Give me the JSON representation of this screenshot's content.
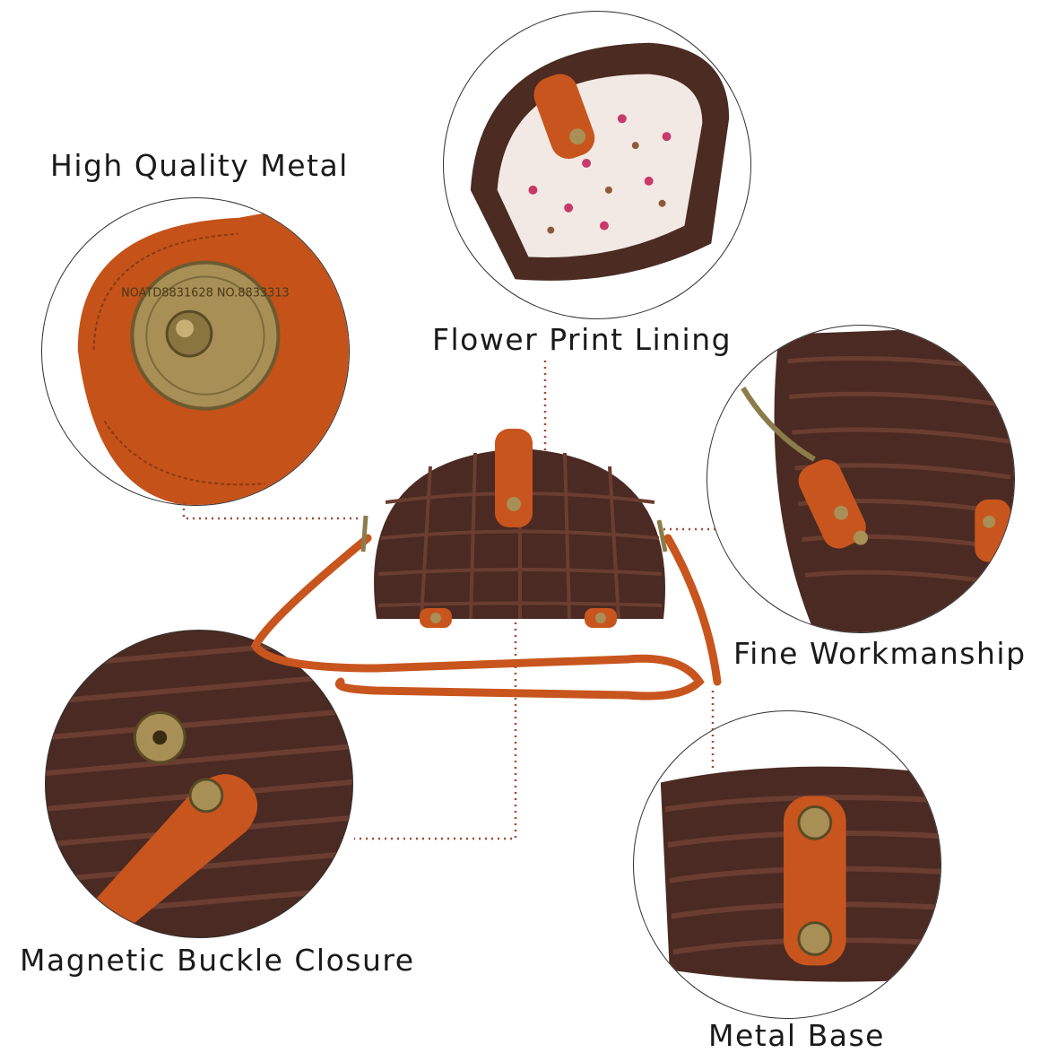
{
  "features": {
    "metal": "High Quality Metal",
    "lining": "Flower Print Lining",
    "workmanship": "Fine Workmanship",
    "closure": "Magnetic Buckle Closure",
    "base": "Metal Base"
  },
  "snap_engraving": "NOATD8831628 NO.8833313",
  "colors": {
    "wicker": "#4a2a22",
    "wicker_light": "#6b3d31",
    "leather": "#c8551e",
    "brass": "#a88f55",
    "lining": "#f3e9e4",
    "connector": "#a04a32"
  },
  "icons": [
    "snap-button-icon",
    "rivet-icon",
    "clasp-icon"
  ]
}
